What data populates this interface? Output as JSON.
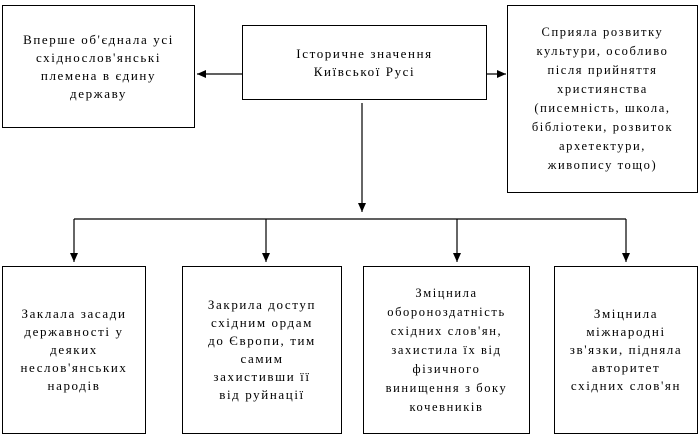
{
  "center": {
    "text": "Історичне значення\nКиївської Русі"
  },
  "left_top": {
    "text": "Вперше об'єднала усі\nсхіднослов'янські\nплемена в єдину\nдержаву"
  },
  "right_top": {
    "text": "Сприяла розвитку\nкультури, особливо\nпісля прийняття\nхристиянства\n(писемність, школа,\nбібліотеки, розвиток\nархетектури,\nживопису тощо)"
  },
  "bottom": [
    {
      "text": "Заклала засади\nдержавності у\nдеяких\nнеслов'янських\nнародів"
    },
    {
      "text": "Закрила доступ\nсхідним ордам\nдо Європи, тим\nсамим\nзахистивши її\nвід руйнації"
    },
    {
      "text": "Зміцнила\nобороноздатність\nсхідних слов'ян,\nзахистила їх від\nфізичного\nвинищення з боку\nкочевників"
    },
    {
      "text": "Зміцнила\nміжнародні\nзв'язки, підняла\nавторитет\nсхідних слов'ян"
    }
  ]
}
